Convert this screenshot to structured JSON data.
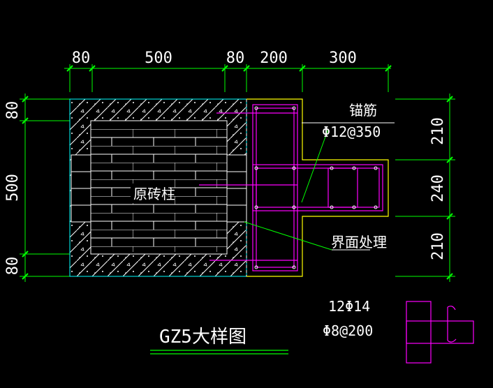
{
  "drawing": {
    "title": "GZ5大样图",
    "dimensions_top": [
      "80",
      "500",
      "80",
      "200",
      "300"
    ],
    "dimensions_left": [
      "80",
      "500",
      "80"
    ],
    "dimensions_right": [
      "210",
      "240",
      "210"
    ],
    "labels": {
      "anchor_bar": "锚筋",
      "anchor_spec": "Φ12@350",
      "original_column": "原砖柱",
      "interface": "界面处理",
      "main_rebar": "12Φ14",
      "stirrup": "Φ8@200"
    },
    "colors": {
      "background": "#000000",
      "dimension_lines": "#00ff00",
      "text": "#ffffff",
      "rebar": "#ff00ff",
      "jacket_outline": "#ffff00",
      "brick_outline": "#00ffff",
      "concrete": "#ffffff"
    }
  }
}
